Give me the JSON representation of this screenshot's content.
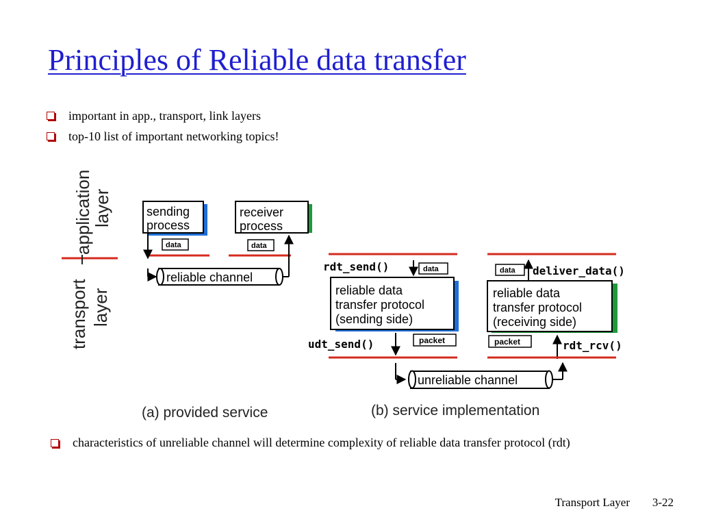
{
  "slide": {
    "title": "Principles of Reliable data transfer",
    "bullets": [
      "important in app., transport, link layers",
      "top-10 list of important networking topics!"
    ],
    "bottom_bullet": "characteristics of unreliable channel will determine complexity of reliable data transfer protocol (rdt)",
    "footer_left": "Transport Layer",
    "footer_right": "3-22"
  },
  "diagram": {
    "layer_labels": {
      "application": "application",
      "application_2": "layer",
      "transport": "transport",
      "transport_2": "layer"
    },
    "panel_a": {
      "sending_process": [
        "sending",
        "process"
      ],
      "receiver_process": [
        "receiver",
        "process"
      ],
      "data_sender": "data",
      "data_receiver": "data",
      "channel": "reliable channel",
      "caption": "(a)  provided service"
    },
    "panel_b": {
      "rdt_send": "rdt_send()",
      "data_send": "data",
      "data_deliver": "data",
      "deliver_data": "deliver_data()",
      "sender_protocol": [
        "reliable data",
        "transfer protocol",
        "(sending side)"
      ],
      "receiver_protocol": [
        "reliable data",
        "transfer protocol",
        "(receiving side)"
      ],
      "udt_send": "udt_send()",
      "packet_send": "packet",
      "packet_recv": "packet",
      "rdt_rcv": "rdt_rcv()",
      "channel": "unreliable channel",
      "caption": "(b) service implementation"
    },
    "colors": {
      "title": "#1f1fd0",
      "line_red": "#d42a1e",
      "shadow_blue": "#1f6fd8",
      "shadow_green": "#1e9a3c",
      "bullet": "#b00000"
    }
  }
}
